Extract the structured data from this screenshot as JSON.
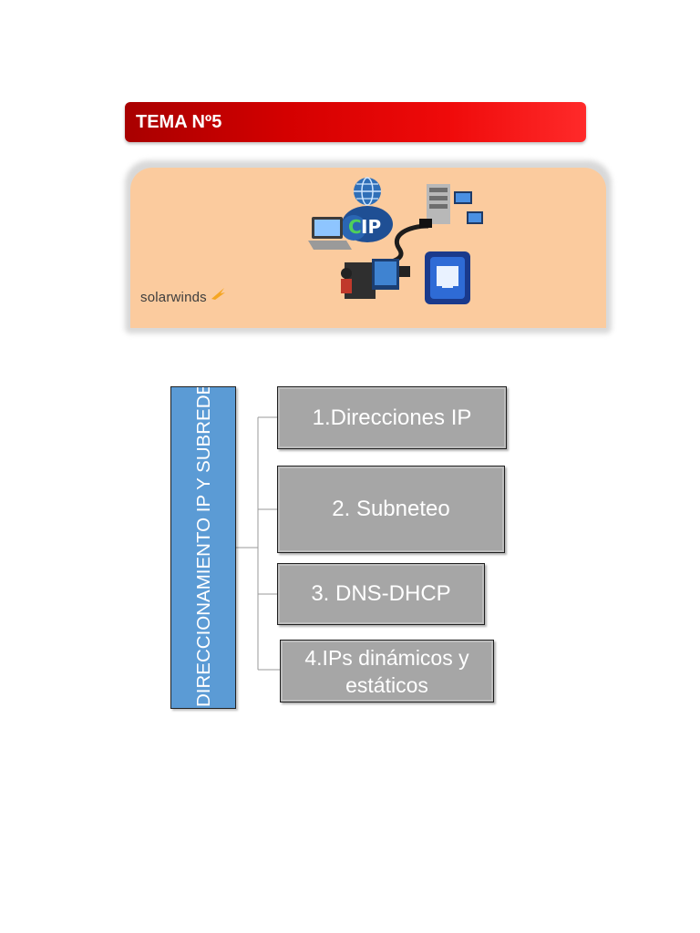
{
  "header": {
    "title": "TEMA Nº5"
  },
  "banner": {
    "brand": "solarwinds",
    "illustration_label": "IP",
    "colors": {
      "background": "#fbcb9e",
      "accent": "#f5a623"
    }
  },
  "diagram": {
    "root_label": "DIRECCIONAMIENTO IP Y SUBREDES- SERVICIOS TCP/IP",
    "items": [
      {
        "label": "1.Direcciones IP"
      },
      {
        "label": "2. Subneteo"
      },
      {
        "label": "3. DNS-DHCP"
      },
      {
        "label": "4.IPs dinámicos y estáticos"
      }
    ],
    "colors": {
      "root": "#5b9bd5",
      "item": "#a6a6a6"
    }
  }
}
